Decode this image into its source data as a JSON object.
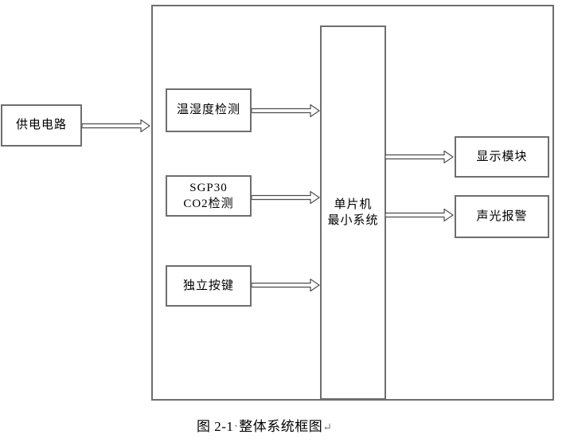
{
  "diagram": {
    "nodes": {
      "power": {
        "label": "供电电路"
      },
      "temp": {
        "label": "温湿度检测"
      },
      "co2": {
        "line1": "SGP30",
        "line2": "CO2检测"
      },
      "keys": {
        "label": "独立按键"
      },
      "mcu": {
        "line1": "单片机",
        "line2": "最小系统"
      },
      "display": {
        "label": "显示模块"
      },
      "alarm": {
        "label": "声光报警"
      }
    },
    "edges": [
      {
        "from": "power",
        "to": "frame",
        "direction": "right"
      },
      {
        "from": "temp",
        "to": "mcu",
        "direction": "right"
      },
      {
        "from": "co2",
        "to": "mcu",
        "direction": "right"
      },
      {
        "from": "keys",
        "to": "mcu",
        "direction": "right"
      },
      {
        "from": "mcu",
        "to": "display",
        "direction": "right"
      },
      {
        "from": "mcu",
        "to": "alarm",
        "direction": "right"
      }
    ],
    "colors": {
      "border": "#6e6e6e",
      "arrow_stroke": "#4d4d4d",
      "text": "#000000",
      "background": "#ffffff",
      "paragraph_mark": "#808080"
    }
  },
  "caption": {
    "figure_number": "图 2-1",
    "separator": "·",
    "title": "整体系统框图",
    "paragraph_mark": "↵"
  }
}
